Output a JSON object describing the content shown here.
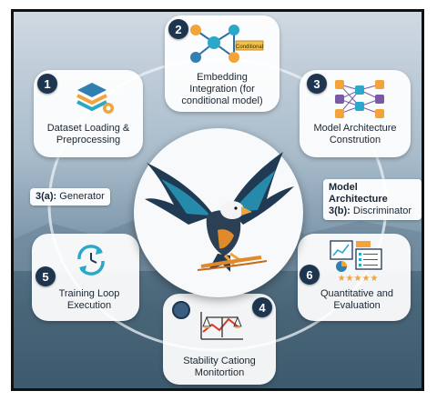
{
  "steps": [
    {
      "number": "1",
      "label_line1": "Dataset Loading &",
      "label_line2": "Preprocessing",
      "icon": "dataset-gear-icon"
    },
    {
      "number": "2",
      "label_line1": "Embedding",
      "label_line2": "Integration (for",
      "label_line3": "conditional model)",
      "icon_text": "Conditional",
      "icon": "network-graph-icon"
    },
    {
      "number": "3",
      "label_line1": "Model Architecture",
      "label_line2": "Constrution",
      "icon": "neural-network-icon"
    },
    {
      "number": "4",
      "label_line1": "Stability Cationg",
      "label_line2": "Monitortion",
      "icon": "balance-scale-chart-icon"
    },
    {
      "number": "5",
      "label_line1": "Training Loop",
      "label_line2": "Execution",
      "icon": "refresh-clock-icon"
    },
    {
      "number": "6",
      "label_line1": "Quantitative and",
      "label_line2": "Evaluation",
      "icon": "dashboard-rating-icon"
    }
  ],
  "tags": {
    "generator_prefix": "3(a):",
    "generator_text": "Generator",
    "discriminator_line1": "Model Architecture",
    "discriminator_prefix": "3(b):",
    "discriminator_text": "Discriminator"
  },
  "center": {
    "icon": "eagle-icon"
  },
  "colors": {
    "accent": "#1e3550",
    "teal": "#2aa7c9",
    "orange": "#f2a33a",
    "card": "#ffffff"
  }
}
